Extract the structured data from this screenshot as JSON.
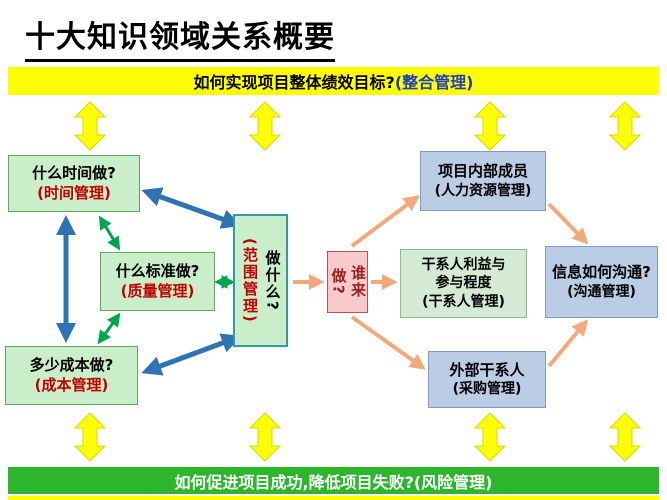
{
  "title": "十大知识领域关系概要",
  "top_banner": {
    "main": "如何实现项目整体绩效目标?",
    "suffix": "(整合管理)"
  },
  "bottom_banner": {
    "text": "如何促进项目成功,降低项目失败?(风险管理)"
  },
  "nodes": {
    "time": {
      "question": "什么时间做?",
      "area": "(时间管理)"
    },
    "quality": {
      "question": "什么标准做?",
      "area": "(质量管理)"
    },
    "cost": {
      "question": "多少成本做?",
      "area": "(成本管理)"
    },
    "scope": {
      "question": "做什么?",
      "area": "(范围管理)"
    },
    "who": {
      "question": "谁来做?"
    },
    "hr": {
      "question": "项目内部成员",
      "area": "(人力资源管理)"
    },
    "stakeholder": {
      "line1": "干系人利益与",
      "line2": "参与程度",
      "area": "(干系人管理)"
    },
    "communication": {
      "question": "信息如何沟通?",
      "area": "(沟通管理)"
    },
    "procurement": {
      "question": "外部干系人",
      "area": "(采购管理)"
    }
  },
  "colors": {
    "yellow_banner": "#ffff00",
    "green_banner": "#2db52d",
    "left_box": "#c9eec9",
    "right_box": "#bacde5",
    "stakeholder_box": "#d4ead4",
    "who_box": "#f6caca",
    "blue_arrow": "#2e74b5",
    "green_arrow": "#00a550",
    "orange_arrow": "#f2a97c",
    "area_label_red": "#c00000"
  }
}
